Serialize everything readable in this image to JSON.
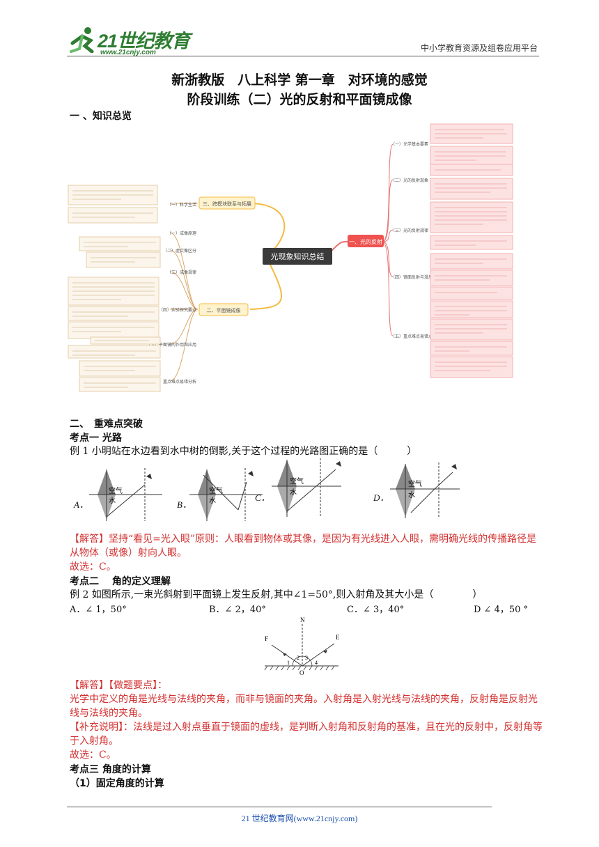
{
  "header": {
    "logo_text": "21世纪教育",
    "logo_url": "www.21cnjy.com",
    "platform": "中小学教育资源及组卷应用平台"
  },
  "title": {
    "line1": "新浙教版　八上科学 第一章　对环境的感觉",
    "line2": "阶段训练（二）光的反射和平面镜成像"
  },
  "section1": {
    "heading": "一 、知识总览"
  },
  "mindmap": {
    "center": "光现象知识总结",
    "right_branch": "一、光的反射",
    "left_branch1": "三、跨模块联系与拓展",
    "left_branch2": "二、平面镜成像",
    "right_nodes": [
      "（一）光学基本要素",
      "（二）光的反射现象",
      "（三）光的反射规律",
      "（四）镜面反射与漫反射",
      "（五）重点难点易错点"
    ],
    "left1_nodes": [
      "（一）科学生活"
    ],
    "left2_nodes": [
      "（一）成像原理",
      "（二）虚实像区分",
      "（三）成像规律",
      "（四）实验探究要点",
      "（五）平面镜的作用和应用",
      "（六）重点难点易错分析"
    ]
  },
  "section2": {
    "heading": "二、　重难点突破"
  },
  "kp1": {
    "heading": "考点一  光路",
    "question": "例 1  小明站在水边看到水中树的倒影,关于这个过程的光路图正确的是（　　　）",
    "options": [
      "A．",
      "B．",
      "C．",
      "D．"
    ],
    "diagram_labels": {
      "air": "空气",
      "water": "水"
    },
    "answer_label": "【解答】",
    "answer_text": "坚持“看见=光入眼”原则：人眼看到物体或其像，是因为有光线进入人眼，需明确光线的传播路径是从物体（或像）射向人眼。",
    "choice": "故选：C。"
  },
  "kp2": {
    "heading": "考点二　 角的定义理解",
    "question": "例 2  如图所示,一束光斜射到平面镜上发生反射,其中∠1=50°,则入射角及其大小是（　　　　）",
    "choices": [
      "A．∠ 1，50°",
      "B．∠ 2，40°",
      "C．∠ 3，40°",
      "D ∠ 4，50 °"
    ],
    "figure_labels": {
      "N": "N",
      "F": "F",
      "E": "E",
      "O": "O",
      "a1": "1",
      "a2": "2",
      "a3": "3",
      "a4": "4"
    },
    "answer_label": "【解答】【做题要点】：",
    "answer_text": "光学中定义的角是光线与法线的夹角，而非与镜面的夹角。入射角是入射光线与法线的夹角，反射角是反射光线与法线的夹角。",
    "note_label": "【补充说明】：",
    "note_text": "法线是过入射点垂直于镜面的虚线，是判断入射角和反射角的基准，且在光的反射中，反射角等于入射角。",
    "choice": "故选：C。"
  },
  "kp3": {
    "heading": "考点三  角度的计算",
    "sub": "（1）固定角度的计算"
  },
  "footer": {
    "text": "21 世纪教育网(www.21cnjy.com)"
  },
  "colors": {
    "accent_red": "#d32f2f",
    "logo_green": "#2e7d32",
    "footer_blue": "#1a4fb0"
  }
}
